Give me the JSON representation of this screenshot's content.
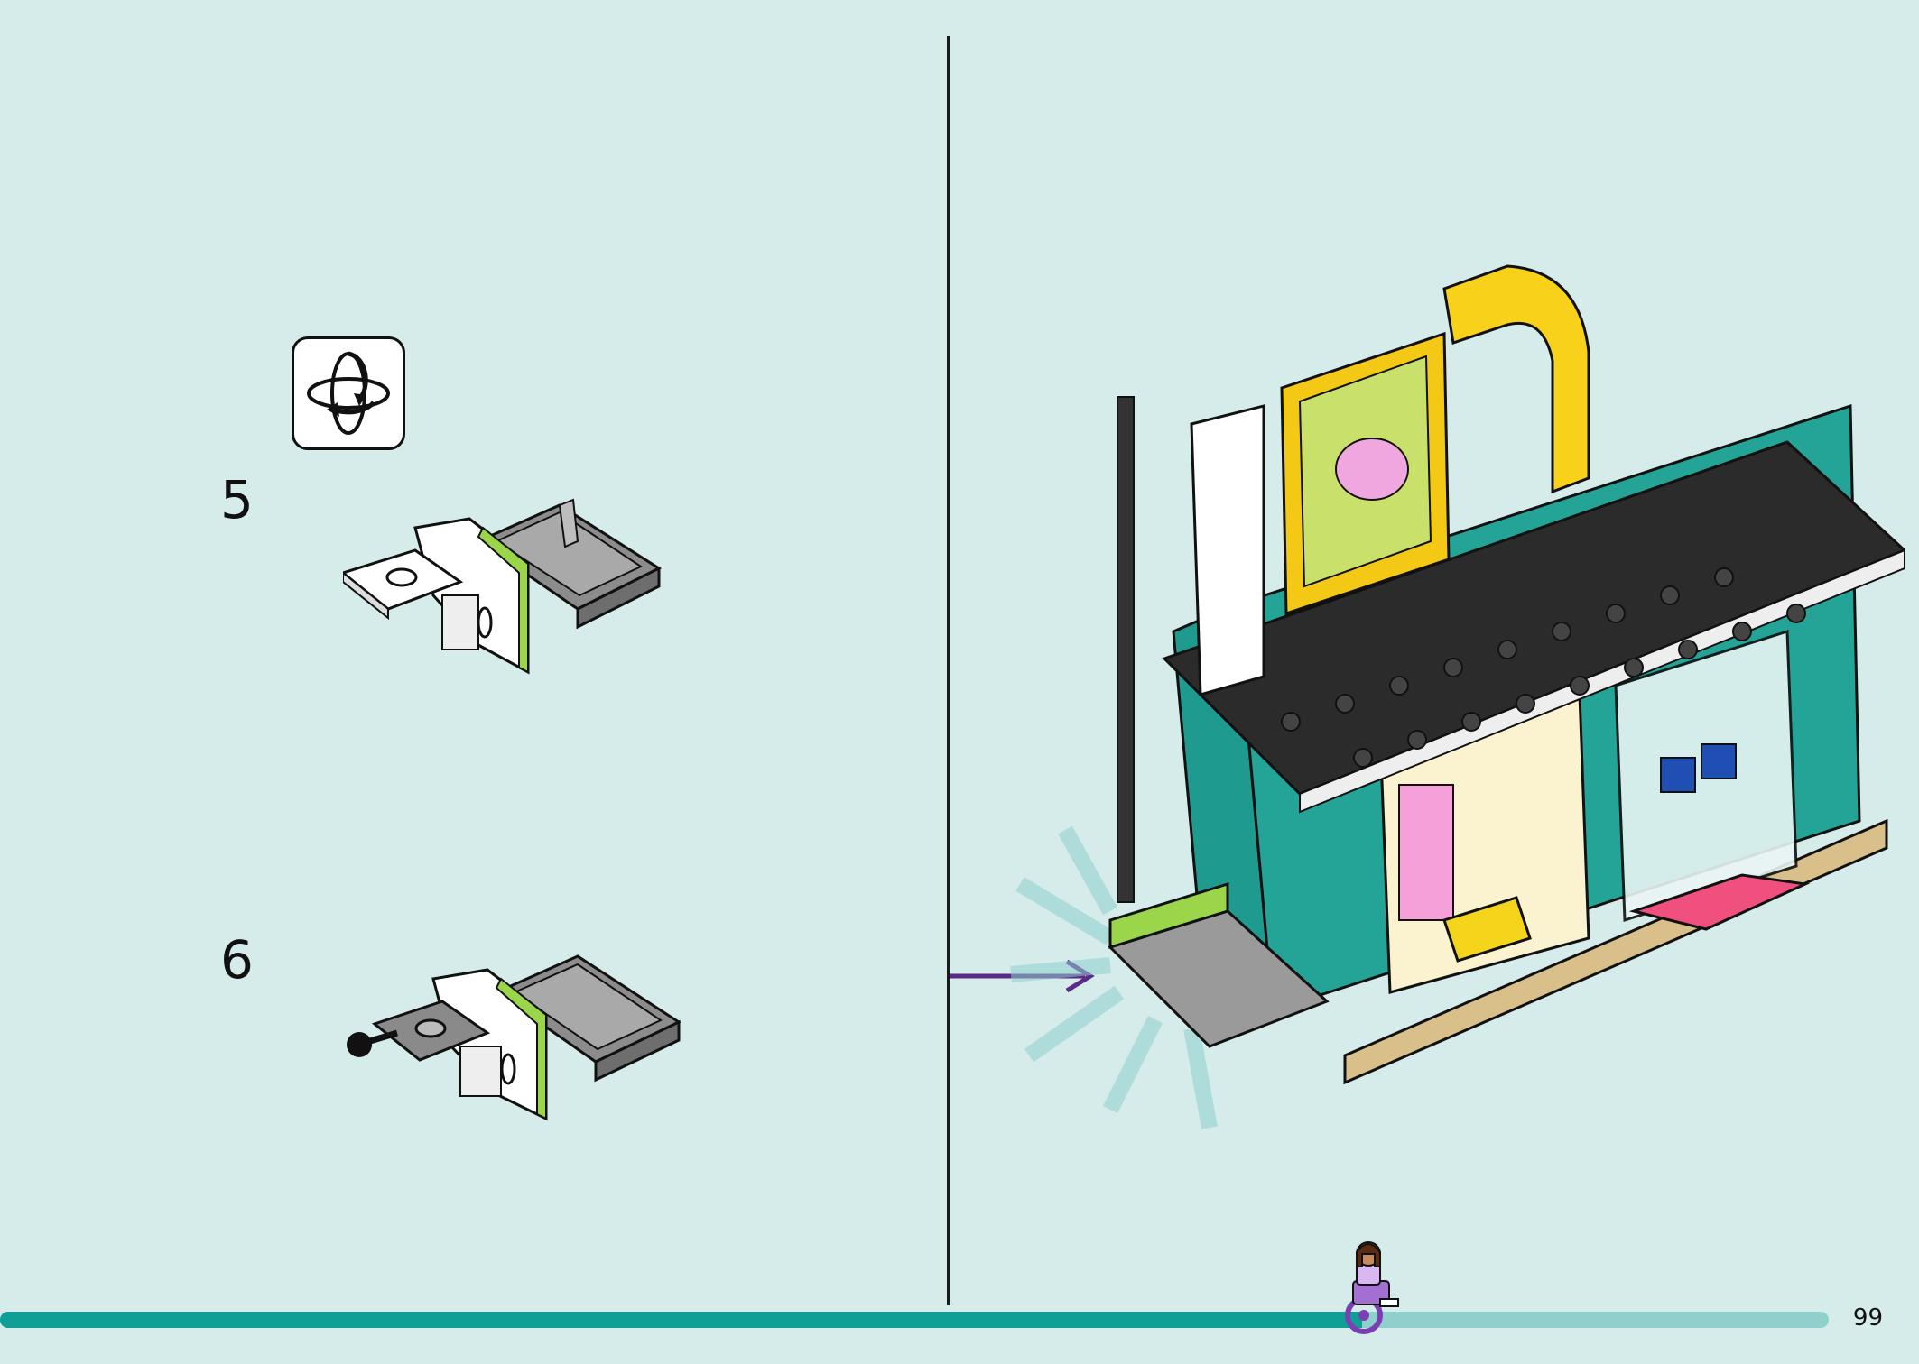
{
  "steps": [
    {
      "number": "5"
    },
    {
      "number": "6"
    }
  ],
  "icons": {
    "rotate": "rotate-model-icon",
    "callout_arrow": "arrow-right-icon",
    "progress_marker": "minifigure-wheelchair-icon"
  },
  "footer": {
    "page_number": "99",
    "progress": 0.745
  },
  "colors": {
    "background": "#d6ecea",
    "progress_fill": "#0f9f95",
    "progress_track": "#8fd0cc",
    "arrow": "#5b2a86"
  }
}
